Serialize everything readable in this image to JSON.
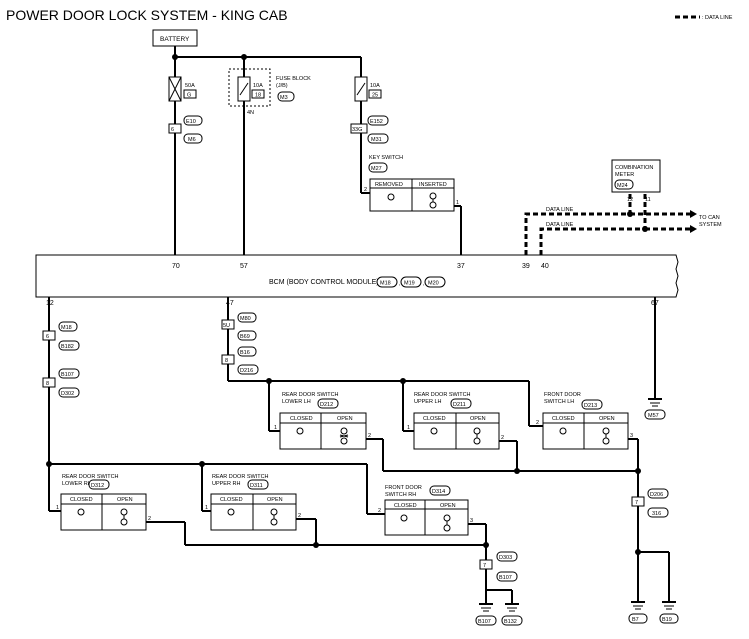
{
  "title": "POWER DOOR LOCK SYSTEM - KING CAB",
  "legend": {
    "data_line": ": DATA LINE"
  },
  "battery": "BATTERY",
  "fuses": [
    {
      "amp": "50A",
      "num": "G"
    },
    {
      "amp": "10A",
      "num": "18"
    },
    {
      "amp": "10A",
      "num": "25"
    }
  ],
  "fuse_block": {
    "line1": "FUSE BLOCK",
    "line2": "(J/B)",
    "conn": "M3",
    "pin": "4N"
  },
  "connectors": {
    "e10": "E10",
    "e10_pin": "6",
    "m6": "M6",
    "e152": "E152",
    "e152_pin": "33G",
    "m31": "M31",
    "m18": "M18",
    "m18_pin": "6",
    "b182": "B182",
    "b107a": "B107",
    "b107a_pin": "8",
    "d302": "D302",
    "m80": "M80",
    "m80_pin": "5U",
    "b69": "B69",
    "b16": "B16",
    "b16_pin": "8",
    "d216": "D216",
    "d206": "D206",
    "d206_pin": "7",
    "d316": "316",
    "d303": "D303",
    "d303_pin": "7",
    "b107b": "B107"
  },
  "key_switch": {
    "name": "KEY SWITCH",
    "conn": "M27",
    "removed": "REMOVED",
    "inserted": "INSERTED",
    "pin1": "1",
    "pin2": "2"
  },
  "combination_meter": {
    "line1": "COMBINATION",
    "line2": "METER",
    "conn": "M24",
    "pin12": "12",
    "pin11": "11"
  },
  "data_line_label1": "DATA LINE",
  "data_line_label2": "DATA LINE",
  "to_can": {
    "line1": "TO CAN",
    "line2": "SYSTEM"
  },
  "bcm": {
    "label": "BCM (BODY CONTROL MODULE)",
    "c1": "M18",
    "c2": "M19",
    "c3": "M20",
    "sep1": ",",
    "sep2": ","
  },
  "bcm_pins": {
    "p70": "70",
    "p57": "57",
    "p37": "37",
    "p39": "39",
    "p40": "40",
    "p12": "12",
    "p47": "47",
    "p67": "67"
  },
  "ground_main": "M57",
  "switches": {
    "rear_lh_lower": {
      "line1": "REAR DOOR SWITCH",
      "line2": "LOWER LH",
      "conn": "D212",
      "closed": "CLOSED",
      "open": "OPEN",
      "pin1": "1",
      "pin2": "2"
    },
    "rear_lh_upper": {
      "line1": "REAR DOOR SWITCH",
      "line2": "UPPER LH",
      "conn": "D211",
      "closed": "CLOSED",
      "open": "OPEN",
      "pin1": "1",
      "pin2": "2"
    },
    "front_lh": {
      "line1": "FRONT DOOR",
      "line2": "SWITCH LH",
      "conn": "D213",
      "closed": "CLOSED",
      "open": "OPEN",
      "pin2": "2",
      "pin3": "3"
    },
    "rear_rh_lower": {
      "line1": "REAR DOOR SWITCH",
      "line2": "LOWER RH",
      "conn": "D312",
      "closed": "CLOSED",
      "open": "OPEN",
      "pin1": "1",
      "pin2": "2"
    },
    "rear_rh_upper": {
      "line1": "REAR DOOR SWITCH",
      "line2": "UPPER RH",
      "conn": "D311",
      "closed": "CLOSED",
      "open": "OPEN",
      "pin1": "1",
      "pin2": "2"
    },
    "front_rh": {
      "line1": "FRONT DOOR",
      "line2": "SWITCH RH",
      "conn": "D314",
      "closed": "CLOSED",
      "open": "OPEN",
      "pin2": "2",
      "pin3": "3"
    }
  },
  "grounds": {
    "g1": "B107",
    "g2": "B132",
    "g3": "B7",
    "g4": "B19"
  }
}
